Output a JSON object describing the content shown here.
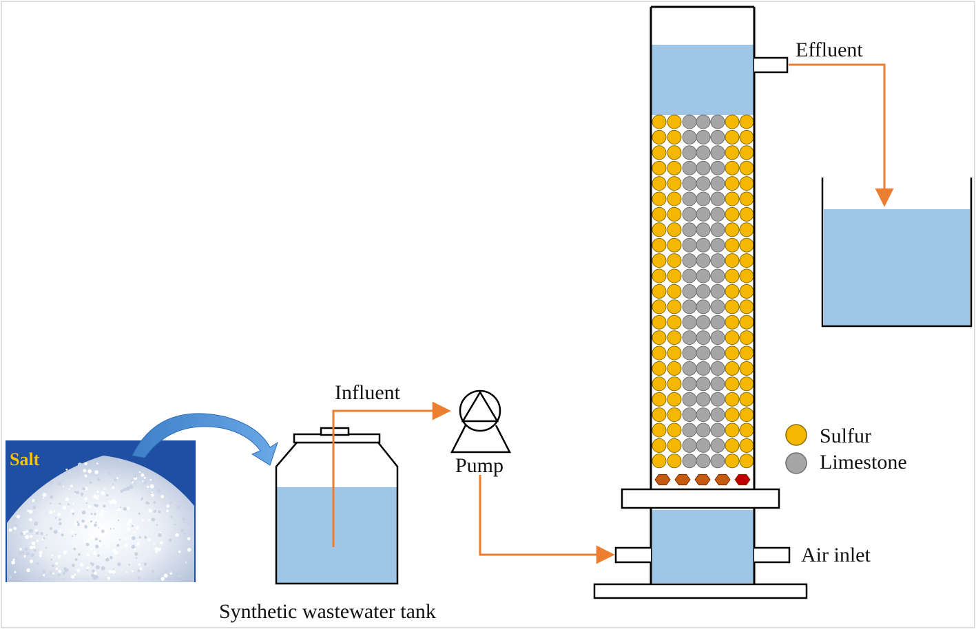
{
  "labels": {
    "salt": "Salt",
    "tank": "Synthetic wastewater tank",
    "influent": "Influent",
    "pump": "Pump",
    "effluent": "Effluent",
    "air_inlet": "Air inlet"
  },
  "legend": [
    {
      "name": "Sulfur",
      "color": "#f5b800"
    },
    {
      "name": "Limestone",
      "color": "#a6a6a6"
    }
  ],
  "colors": {
    "water": "#9fc6e7",
    "flow_line": "#ed7d31",
    "sulfur": "#f5b800",
    "limestone": "#a6a6a6",
    "salt_bg": "#1f4fa3",
    "transfer_arrow": "#4a90d9",
    "outline": "#000000"
  },
  "icons": {
    "pump": "pump-icon",
    "transfer_arrow": "curved-arrow-icon",
    "salt_pile": "salt-pile-image"
  }
}
